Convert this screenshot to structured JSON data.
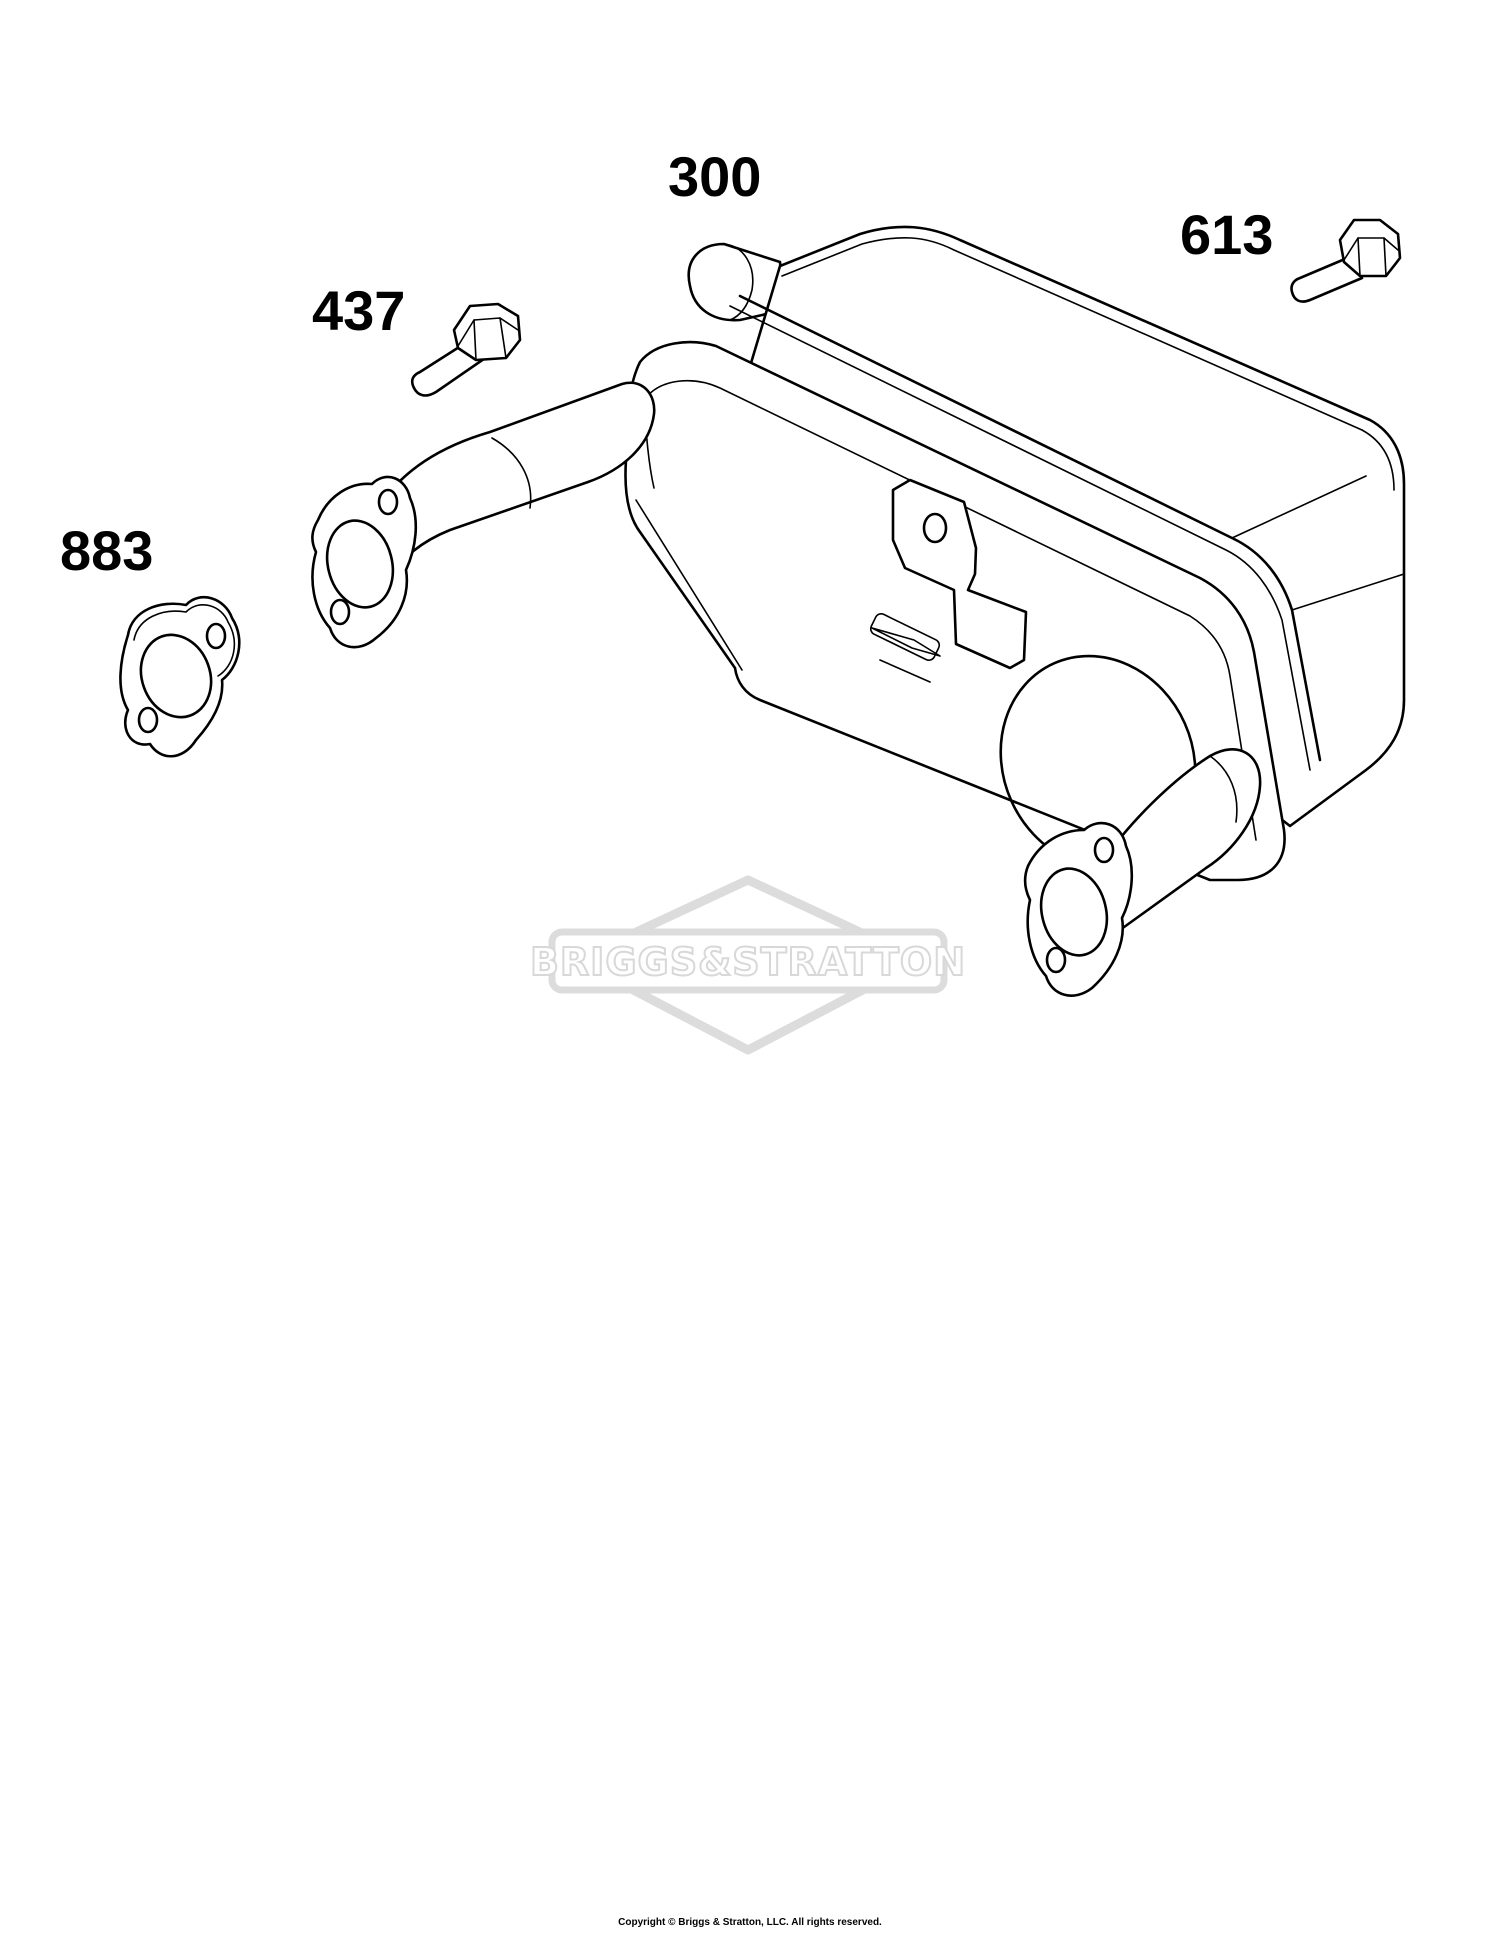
{
  "callouts": {
    "muffler": "300",
    "screw_upper": "613",
    "screw_left": "437",
    "gasket": "883"
  },
  "watermark": "BRIGGS&STRATTON",
  "copyright": "Copyright © Briggs & Stratton, LLC. All rights reserved."
}
